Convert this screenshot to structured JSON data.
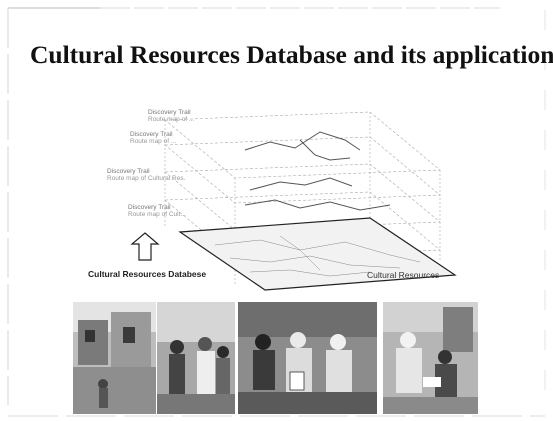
{
  "slide": {
    "title": "Cultural Resources Database and its application",
    "layer_labels": [
      {
        "title": "Discovery Trail",
        "subtitle": "Route map of ..."
      },
      {
        "title": "Discovery Trail",
        "subtitle": "Route map of ..."
      },
      {
        "title": "Discovery Trail",
        "subtitle": "Route map of Cultural Res."
      },
      {
        "title": "Discovery Trail",
        "subtitle": "Route map of Cult..."
      }
    ],
    "database_caption": "Cultural Resources Databese",
    "resources_caption": "Cultural Resources",
    "photos": [
      {
        "name": "photo-village-street"
      },
      {
        "name": "photo-villagers-gathering"
      },
      {
        "name": "photo-workshop-seated-group"
      },
      {
        "name": "photo-interview-scene"
      }
    ]
  }
}
